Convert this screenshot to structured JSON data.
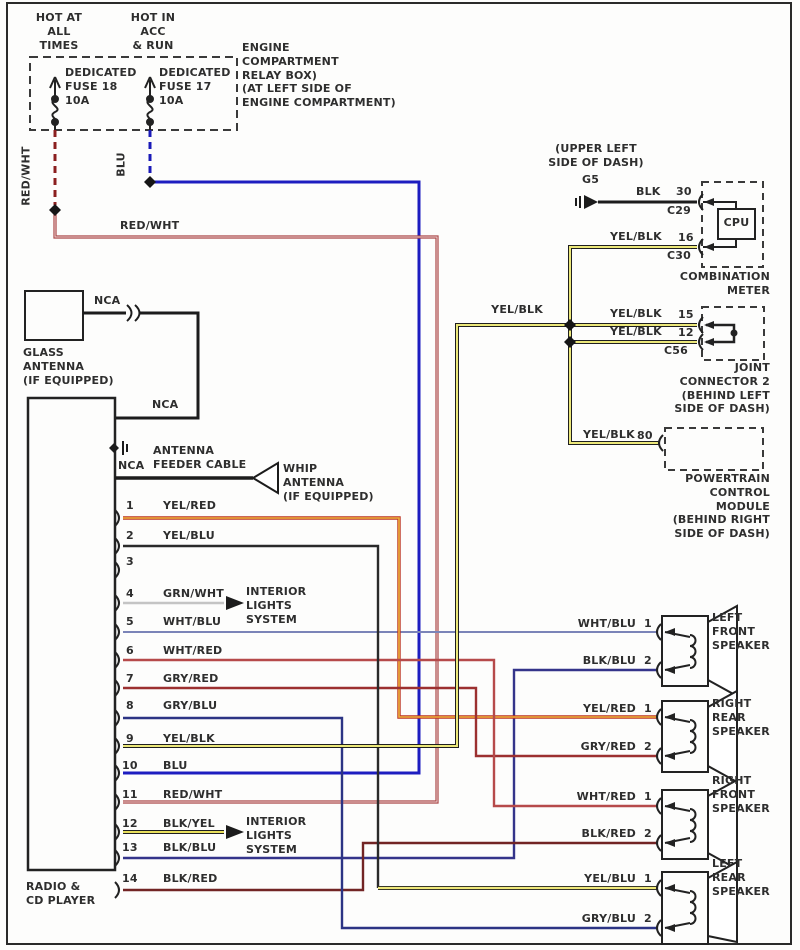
{
  "colors": {
    "red_wht": "#a84444",
    "blu": "#1d1dc0",
    "yel_blk_core": "#ece87a",
    "wire_outline_black": "#1f1f1f",
    "yel_red": "#bb3322",
    "yel_red_core": "#eeb23c",
    "wht_blu": "#7b84b8",
    "blk_blu": "#34348a",
    "wht_red": "#b64a4a",
    "gry_red": "#9c3030",
    "blk_red": "#722424",
    "gry_blu": "#2c3484",
    "grn_wht": "#c4c4c4",
    "blk_yel_core": "#e8df5c",
    "text": "#2e2e2e"
  },
  "relay": {
    "hot1": "HOT AT\nALL TIMES",
    "hot2": "HOT IN ACC\n& RUN",
    "fuse1": "DEDICATED\nFUSE 18\n10A",
    "fuse2": "DEDICATED\nFUSE 17\n10A",
    "box_label": "ENGINE\nCOMPARTMENT\nRELAY BOX)\n(AT LEFT SIDE OF\nENGINE COMPARTMENT)",
    "wire1_vertical": "RED/WHT",
    "wire2_vertical": "BLU",
    "wire1_horizontal": "RED/WHT"
  },
  "meter": {
    "location": "(UPPER LEFT\nSIDE OF DASH)",
    "ground": "G5",
    "wire_blk": "BLK",
    "pin30": "30",
    "conn29": "C29",
    "wire_yelblk": "YEL/BLK",
    "pin16": "16",
    "conn30": "C30",
    "cpu": "CPU",
    "label": "COMBINATION\nMETER"
  },
  "joint": {
    "wire_mid": "YEL/BLK",
    "wire15": "YEL/BLK",
    "pin15": "15",
    "wire12": "YEL/BLK",
    "pin12": "12",
    "conn": "C56",
    "label": "JOINT\nCONNECTOR 2\n(BEHIND LEFT\nSIDE OF DASH)"
  },
  "pcm": {
    "wire": "YEL/BLK",
    "pin": "80",
    "label": "POWERTRAIN\nCONTROL\nMODULE\n(BEHIND RIGHT\nSIDE OF DASH)"
  },
  "antenna": {
    "glass_wire": "NCA",
    "glass_label": "GLASS\nANTENNA\n(IF EQUIPPED)",
    "glass_wire2": "NCA",
    "feeder_wire": "NCA",
    "feeder_label": "ANTENNA\nFEEDER CABLE",
    "whip_label": "WHIP\nANTENNA\n(IF EQUIPPED)"
  },
  "interior_lights": "INTERIOR\nLIGHTS\nSYSTEM",
  "radio": {
    "label": "RADIO &\nCD PLAYER",
    "pins": [
      {
        "num": "1",
        "wire": "YEL/RED"
      },
      {
        "num": "2",
        "wire": "YEL/BLU"
      },
      {
        "num": "3",
        "wire": ""
      },
      {
        "num": "4",
        "wire": "GRN/WHT"
      },
      {
        "num": "5",
        "wire": "WHT/BLU"
      },
      {
        "num": "6",
        "wire": "WHT/RED"
      },
      {
        "num": "7",
        "wire": "GRY/RED"
      },
      {
        "num": "8",
        "wire": "GRY/BLU"
      },
      {
        "num": "9",
        "wire": "YEL/BLK"
      },
      {
        "num": "10",
        "wire": "BLU"
      },
      {
        "num": "11",
        "wire": "RED/WHT"
      },
      {
        "num": "12",
        "wire": "BLK/YEL"
      },
      {
        "num": "13",
        "wire": "BLK/BLU"
      },
      {
        "num": "14",
        "wire": "BLK/RED"
      }
    ]
  },
  "speakers": [
    {
      "name": "LEFT\nFRONT\nSPEAKER",
      "pins": [
        {
          "num": "1",
          "wire": "WHT/BLU"
        },
        {
          "num": "2",
          "wire": "BLK/BLU"
        }
      ]
    },
    {
      "name": "RIGHT\nREAR\nSPEAKER",
      "pins": [
        {
          "num": "1",
          "wire": "YEL/RED"
        },
        {
          "num": "2",
          "wire": "GRY/RED"
        }
      ]
    },
    {
      "name": "RIGHT\nFRONT\nSPEAKER",
      "pins": [
        {
          "num": "1",
          "wire": "WHT/RED"
        },
        {
          "num": "2",
          "wire": "BLK/RED"
        }
      ]
    },
    {
      "name": "LEFT\nREAR\nSPEAKER",
      "pins": [
        {
          "num": "1",
          "wire": "YEL/BLU"
        },
        {
          "num": "2",
          "wire": "GRY/BLU"
        }
      ]
    }
  ]
}
